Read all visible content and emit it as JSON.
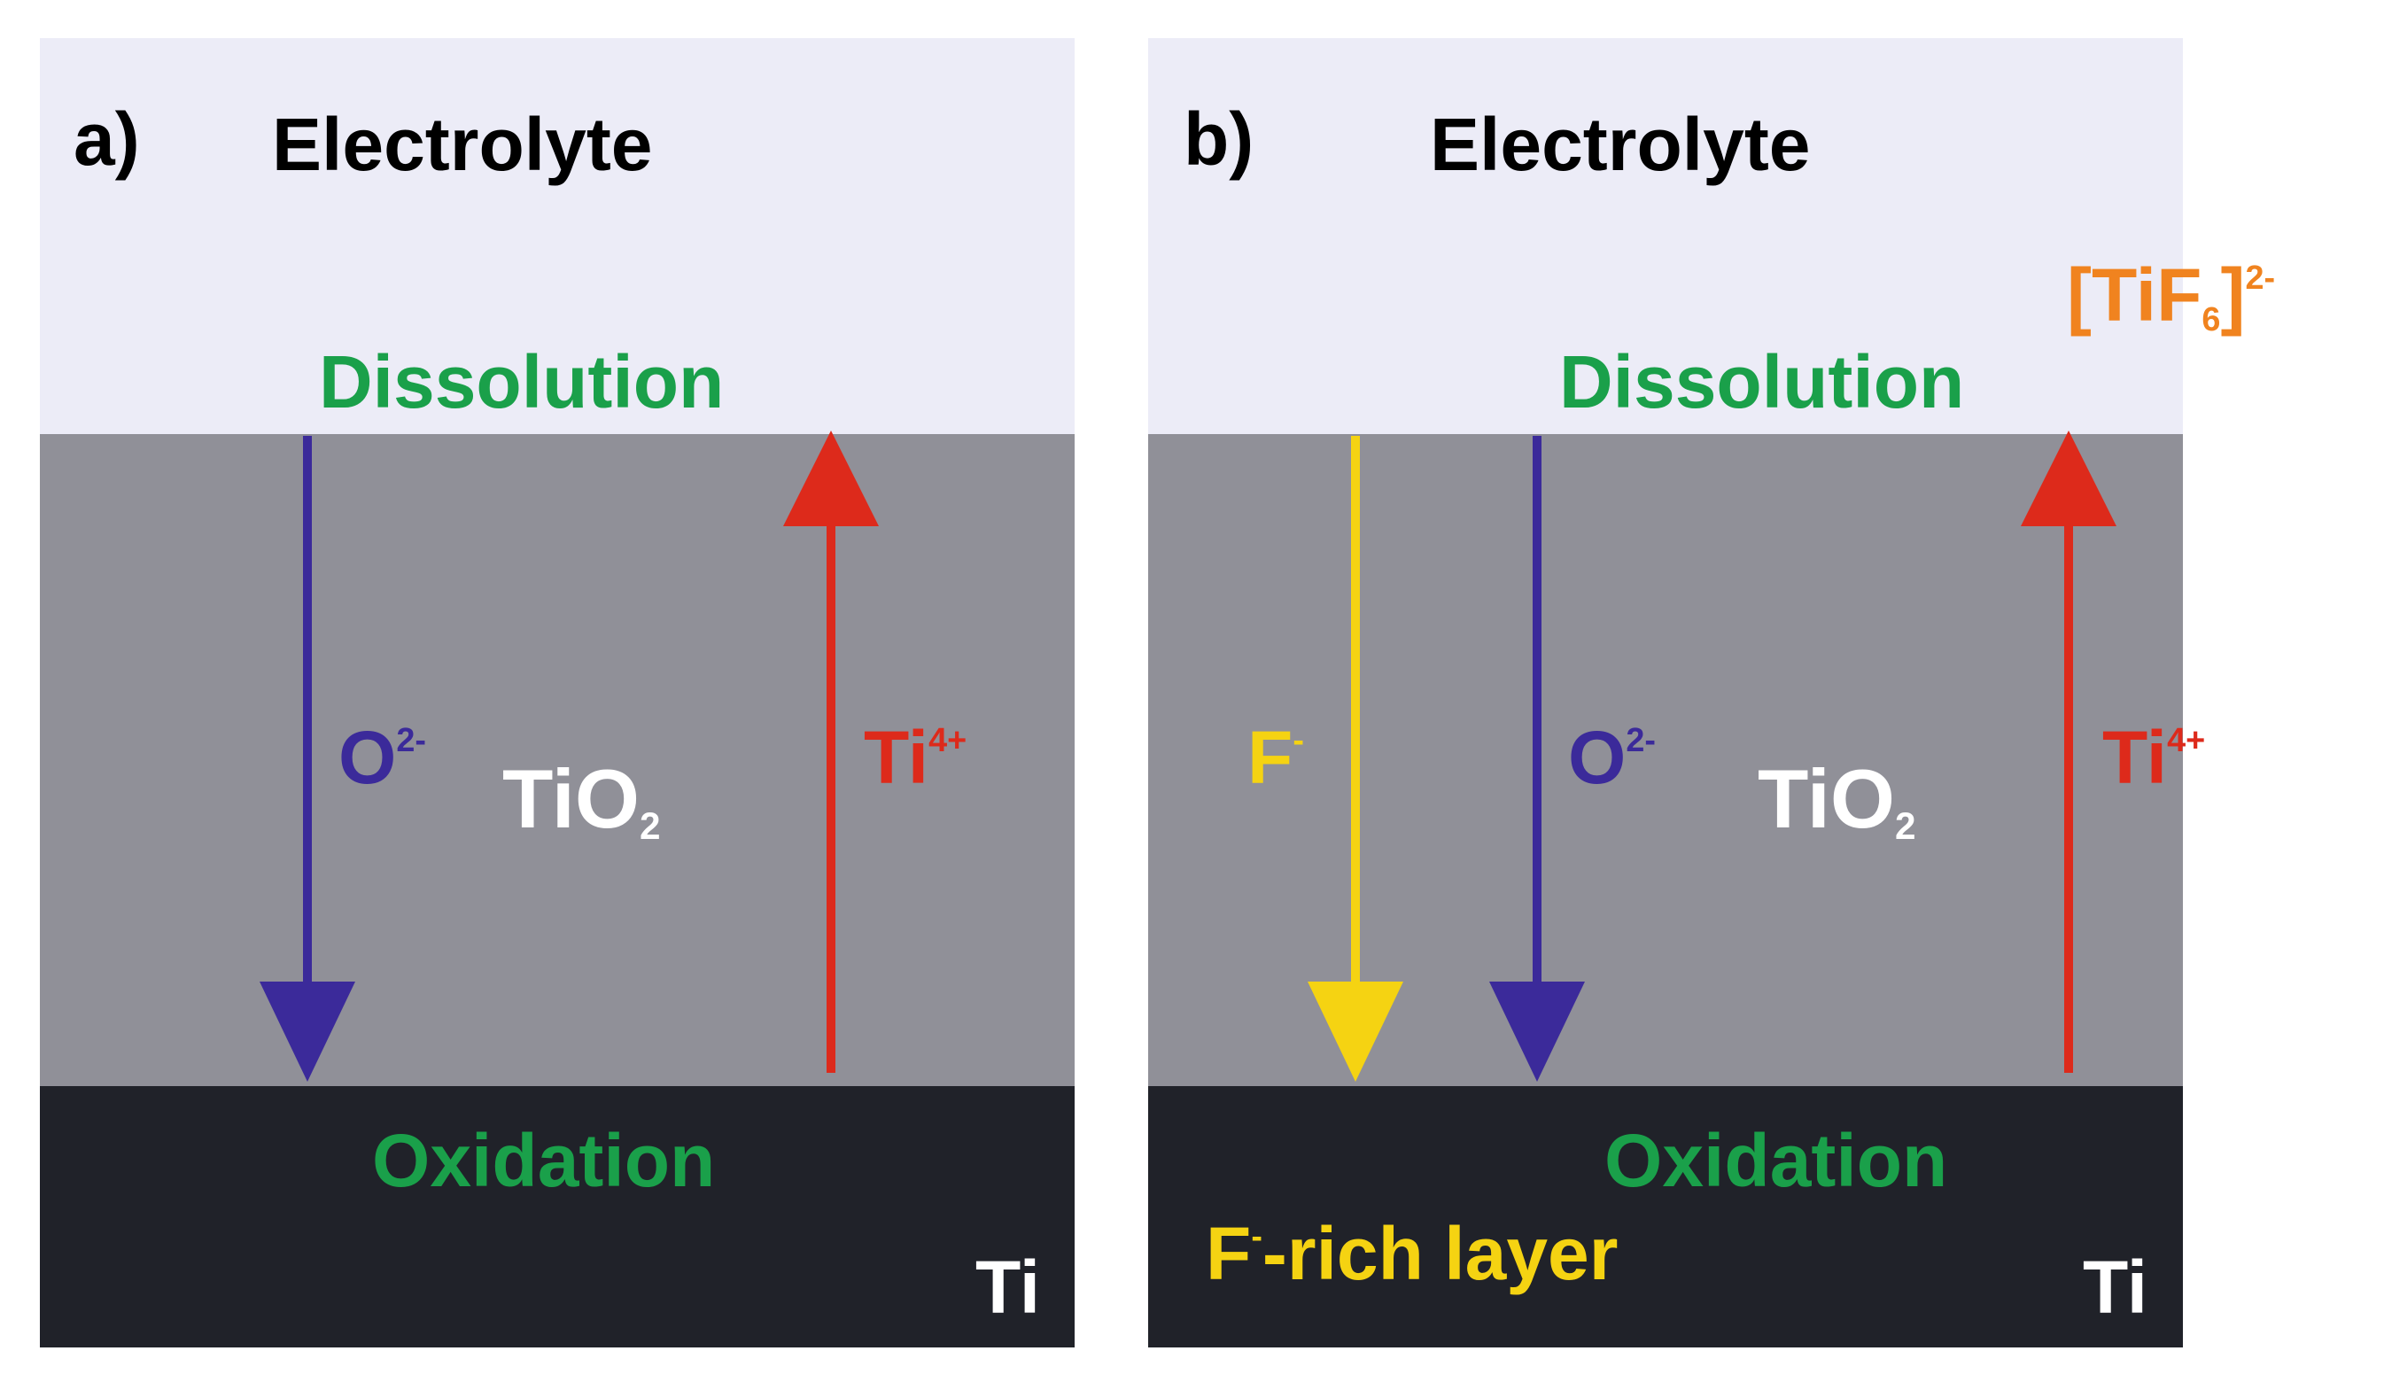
{
  "colors": {
    "electrolyte": "#ECECF7",
    "oxide": "#909098",
    "metal": "#202229",
    "green": "#1AA04A",
    "blue": "#3B2A9A",
    "red": "#DD2A1B",
    "yellow": "#F5D312",
    "orange": "#F0831F",
    "white": "#FFFFFF",
    "black": "#000000"
  },
  "panel_a": {
    "label": "a)",
    "electrolyte": "Electrolyte",
    "dissolution": "Dissolution",
    "oxidation": "Oxidation",
    "metal": "Ti",
    "oxide": {
      "base": "TiO",
      "sub": "2"
    },
    "oxygen_ion": {
      "base": "O",
      "sup": "2-"
    },
    "titanium_ion": {
      "base": "Ti",
      "sup": "4+"
    }
  },
  "panel_b": {
    "label": "b)",
    "electrolyte": "Electrolyte",
    "dissolution": "Dissolution",
    "oxidation": "Oxidation",
    "metal": "Ti",
    "oxide": {
      "base": "TiO",
      "sub": "2"
    },
    "oxygen_ion": {
      "base": "O",
      "sup": "2-"
    },
    "titanium_ion": {
      "base": "Ti",
      "sup": "4+"
    },
    "fluoride_ion": {
      "base": "F",
      "sup": "-"
    },
    "complex": {
      "open": "[TiF",
      "sub": "6",
      "close": "]",
      "sup": "2-"
    },
    "rich_layer": {
      "base": "F",
      "sup": "-",
      "rest": "-rich layer"
    }
  }
}
